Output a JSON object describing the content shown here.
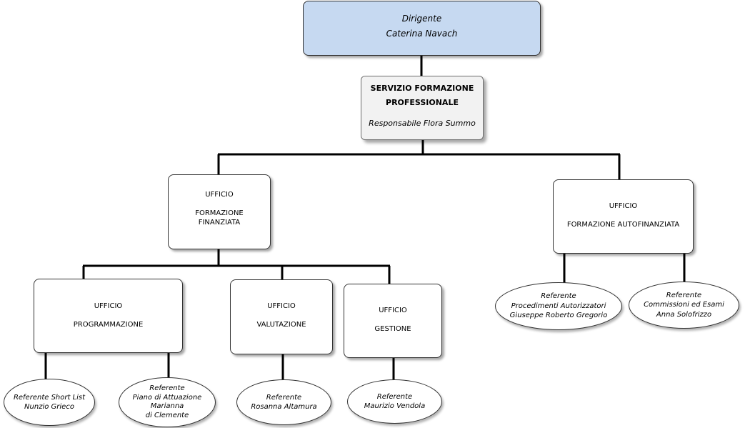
{
  "dirigente": {
    "role": "Dirigente",
    "name": "Caterina Navach"
  },
  "servizio": {
    "title_line1": "SERVIZIO FORMAZIONE",
    "title_line2": "PROFESSIONALE",
    "responsible": "Responsabile Flora Summo"
  },
  "ufficio_finanziata": {
    "line1": "UFFICIO",
    "line2": "FORMAZIONE",
    "line3": "FINANZIATA"
  },
  "ufficio_autofinanziata": {
    "line1": "UFFICIO",
    "line2": "FORMAZIONE AUTOFINANZIATA"
  },
  "ufficio_programmazione": {
    "line1": "UFFICIO",
    "line2": "PROGRAMMAZIONE"
  },
  "ufficio_valutazione": {
    "line1": "UFFICIO",
    "line2": "VALUTAZIONE"
  },
  "ufficio_gestione": {
    "line1": "UFFICIO",
    "line2": "GESTIONE"
  },
  "ref_short_list": {
    "line1": "Referente Short List",
    "line2": "Nunzio Grieco"
  },
  "ref_piano": {
    "line1": "Referente",
    "line2": "Piano di Attuazione",
    "line3": "Marianna",
    "line4": "di Clemente"
  },
  "ref_valutazione": {
    "line1": "Referente",
    "line2": "Rosanna Altamura"
  },
  "ref_gestione": {
    "line1": "Referente",
    "line2": "Maurizio Vendola"
  },
  "ref_procedimenti": {
    "line1": "Referente",
    "line2": "Procedimenti Autorizzatori",
    "line3": "Giuseppe Roberto Gregorio"
  },
  "ref_commissioni": {
    "line1": "Referente",
    "line2": "Commissioni ed Esami",
    "line3": "Anna Solofrizzo"
  }
}
